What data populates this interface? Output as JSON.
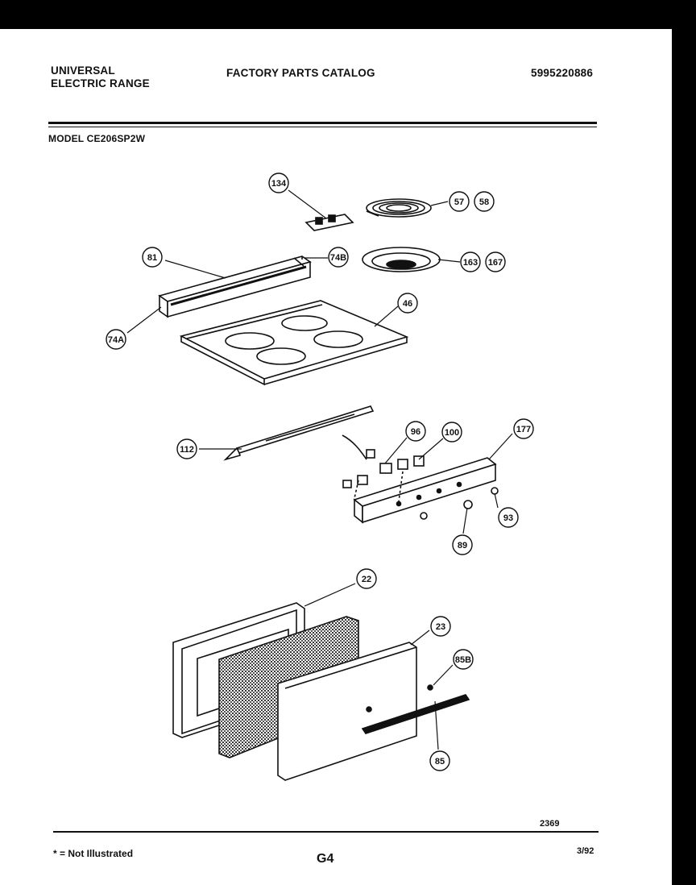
{
  "header": {
    "brand_line1": "UNIVERSAL",
    "brand_line2": "ELECTRIC RANGE",
    "catalog_title": "FACTORY PARTS CATALOG",
    "catalog_number": "5995220886",
    "model_label": "MODEL CE206SP2W"
  },
  "callouts": [
    "134",
    "57",
    "58",
    "81",
    "74B",
    "163",
    "167",
    "46",
    "74A",
    "96",
    "100",
    "177",
    "112",
    "93",
    "89",
    "22",
    "23",
    "85B",
    "85"
  ],
  "footer": {
    "drawing_number": "2369",
    "note": "* = Not Illustrated",
    "page_code": "G4",
    "date": "3/92"
  }
}
